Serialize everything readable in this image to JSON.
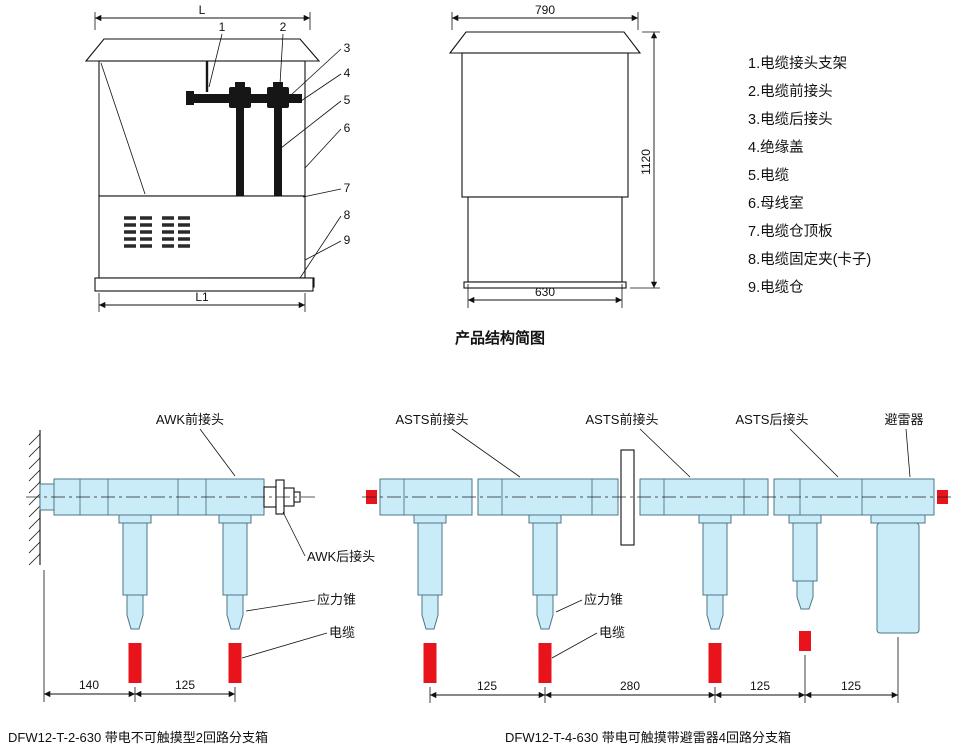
{
  "colors": {
    "lightblue": "#c9ecf8",
    "lightblue_stroke": "#4e7687",
    "red": "#e8131b",
    "line": "#111111"
  },
  "side_view": {
    "dim_top": "L",
    "dim_bottom": "L1",
    "callouts": [
      "1",
      "2",
      "3",
      "4",
      "5",
      "6",
      "7",
      "8",
      "9"
    ]
  },
  "front_view": {
    "dim_top": "790",
    "dim_right": "1120",
    "dim_bottom": "630"
  },
  "legend": {
    "items": [
      "1.电缆接头支架",
      "2.电缆前接头",
      "3.电缆后接头",
      "4.绝缘盖",
      "5.电缆",
      "6.母线室",
      "7.电缆仓顶板",
      "8.电缆固定夹(卡子)",
      "9.电缆仓"
    ]
  },
  "section_caption": "产品结构简图",
  "diagram_2way": {
    "label_front": "AWK前接头",
    "label_rear": "AWK后接头",
    "label_cone": "应力锥",
    "label_cable": "电缆",
    "dims": [
      "140",
      "125"
    ],
    "caption": "DFW12-T-2-630 带电不可触摸型2回路分支箱"
  },
  "diagram_4way": {
    "label_front1": "ASTS前接头",
    "label_front2": "ASTS前接头",
    "label_rear": "ASTS后接头",
    "label_arrester": "避雷器",
    "label_cone": "应力锥",
    "label_cable": "电缆",
    "dims": [
      "125",
      "280",
      "125",
      "125"
    ],
    "caption": "DFW12-T-4-630 带电可触摸带避雷器4回路分支箱"
  }
}
